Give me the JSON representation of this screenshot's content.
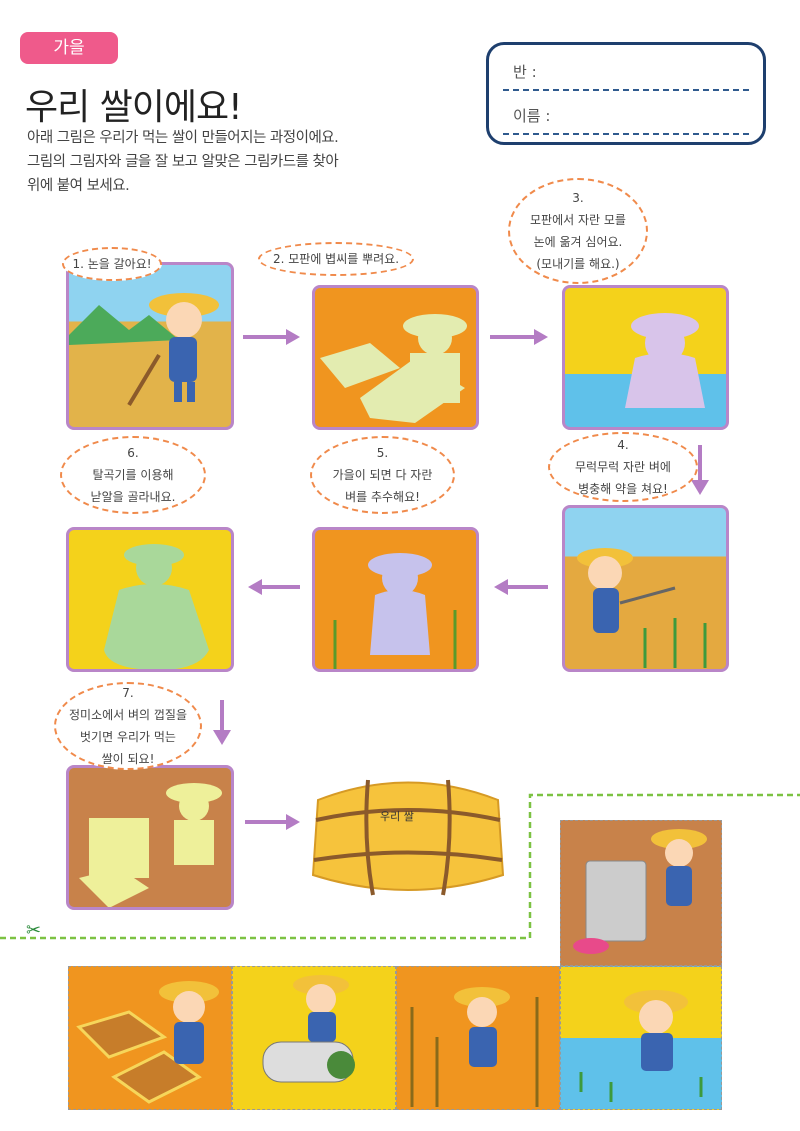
{
  "season_badge": "가을",
  "title": "우리 쌀이에요!",
  "description": [
    "아래 그림은 우리가 먹는 쌀이 만들어지는 과정이에요.",
    "그림의 그림자와 글을 잘 보고 알맞은 그림카드를 찾아",
    "위에 붙여 보세요."
  ],
  "name_box": {
    "class_label": "반 :",
    "name_label": "이름 :"
  },
  "steps": [
    {
      "num": "1.",
      "text": [
        "논을 갈아요!"
      ]
    },
    {
      "num": "2.",
      "text": [
        "모판에 볍씨를 뿌려요."
      ]
    },
    {
      "num": "3.",
      "text": [
        "모판에서 자란 모를",
        "논에 옮겨 심어요.",
        "(모내기를 해요.)"
      ]
    },
    {
      "num": "4.",
      "text": [
        "무럭무럭 자란 벼에",
        "병충해 약을 쳐요!"
      ]
    },
    {
      "num": "5.",
      "text": [
        "가을이 되면 다 자란",
        "벼를 추수해요!"
      ]
    },
    {
      "num": "6.",
      "text": [
        "탈곡기를 이용해",
        "낟알을 골라내요."
      ]
    },
    {
      "num": "7.",
      "text": [
        "정미소에서 벼의 껍질을",
        "벗기면 우리가 먹는",
        "쌀이 되요!"
      ]
    }
  ],
  "rice_bag_label": "우리 쌀",
  "colors": {
    "orange": "#f0951f",
    "yellow": "#f4d21b",
    "brown": "#c8824a",
    "purple": "#b986c8",
    "pink": "#ef5a8b",
    "navy": "#1e3f6e",
    "green": "#7cc242"
  }
}
